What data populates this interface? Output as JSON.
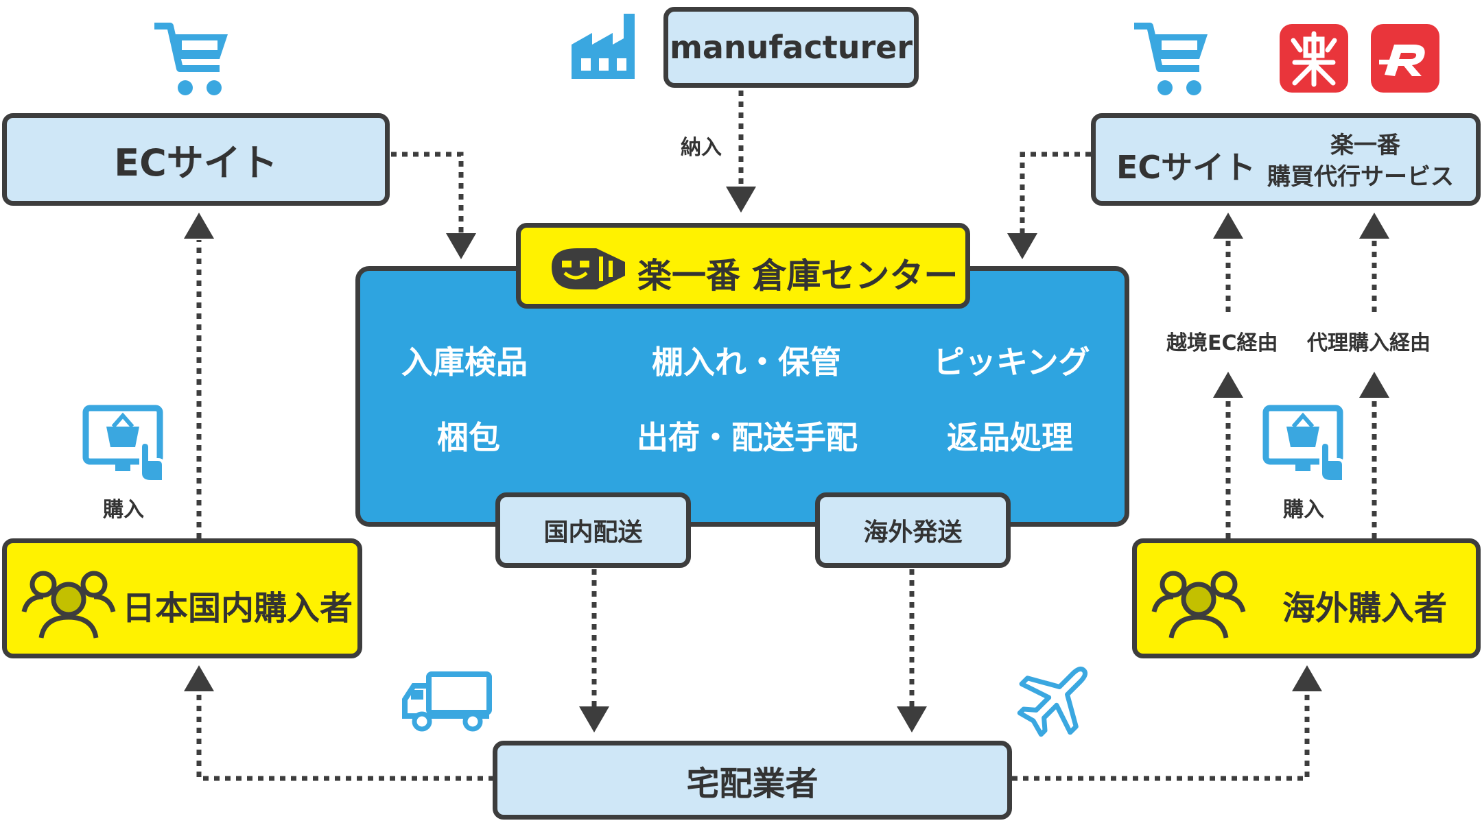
{
  "colors": {
    "accent_blue": "#2ea4e0",
    "light_blue": "#cfe7f7",
    "yellow": "#fff200",
    "outline": "#3d3d3d",
    "icon_blue": "#3aa7e0",
    "rakuten_red": "#e9353b"
  },
  "manufacturer": {
    "label": "manufacturer",
    "icon": "factory-icon",
    "arrow_label": "納入"
  },
  "warehouse": {
    "title": "楽一番 倉庫センター",
    "logo": "rakuichiban-logo-icon",
    "services": [
      "入庫検品",
      "棚入れ・保管",
      "ピッキング",
      "梱包",
      "出荷・配送手配",
      "返品処理"
    ],
    "domestic_label": "国内配送",
    "overseas_label": "海外発送"
  },
  "left": {
    "ec_site": "ECサイト",
    "cart_icon": "shopping-cart-icon",
    "buyers": "日本国内購入者",
    "buyers_icon": "users-icon",
    "purchase_icon": "online-shop-monitor-icon",
    "purchase_label": "購入"
  },
  "right": {
    "ec_site": "ECサイト",
    "service_line1": "楽一番",
    "service_line2": "購買代行サービス",
    "cart_icon": "shopping-cart-icon",
    "logos": [
      "rakuten-logo-icon",
      "rakuichiban-r-logo-icon"
    ],
    "route1": "越境EC経由",
    "route2": "代理購入経由",
    "buyers": "海外購入者",
    "buyers_icon": "users-icon",
    "purchase_icon": "online-shop-monitor-icon",
    "purchase_label": "購入"
  },
  "carrier": {
    "label": "宅配業者",
    "truck_icon": "delivery-truck-icon",
    "plane_icon": "airplane-icon"
  }
}
